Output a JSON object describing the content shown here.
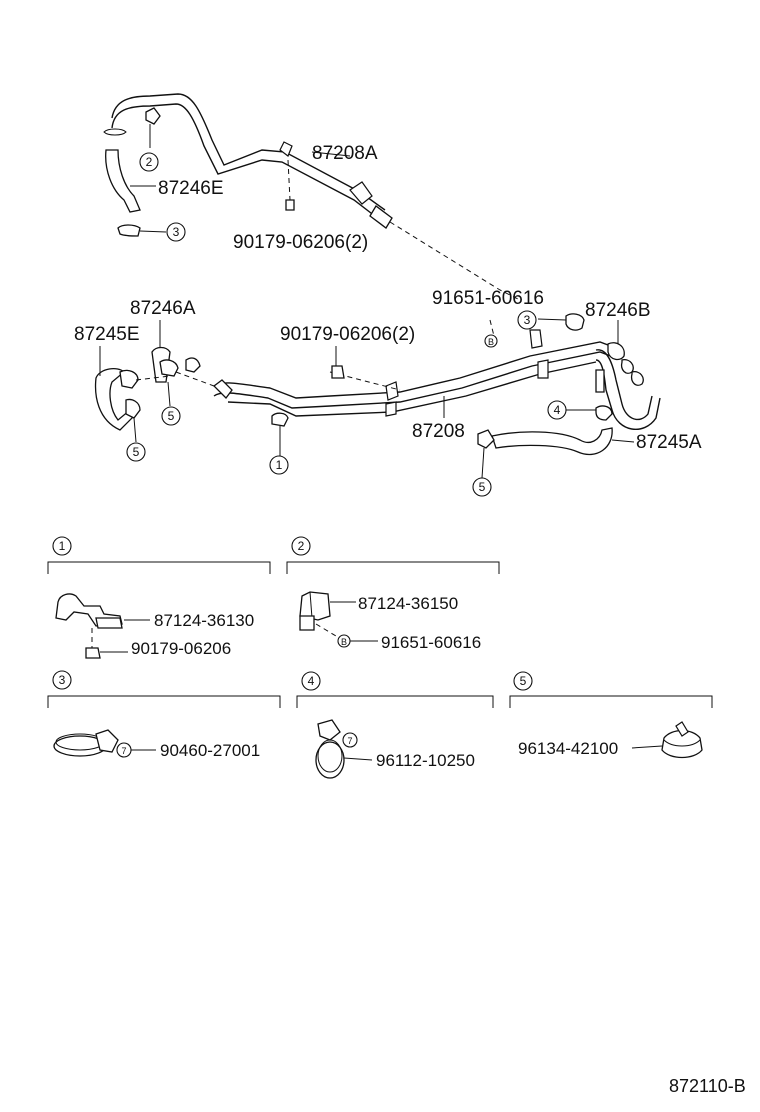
{
  "main_labels": {
    "p87208A": "87208A",
    "p87246E": "87246E",
    "p90179_top": "90179-06206(2)",
    "p91651": "91651-60616",
    "p87246B": "87246B",
    "p87246A": "87246A",
    "p87245E": "87245E",
    "p90179_mid": "90179-06206(2)",
    "p87208": "87208",
    "p87245A": "87245A"
  },
  "markers": {
    "m2": "2",
    "m3_top": "3",
    "m3_right": "3",
    "mB_right": "B",
    "m5_left": "5",
    "m5_mid": "5",
    "m1": "1",
    "m4": "4",
    "m5_bottom": "5"
  },
  "detail_boxes": [
    {
      "number": "1",
      "parts": [
        "87124-36130",
        "90179-06206"
      ]
    },
    {
      "number": "2",
      "parts": [
        "87124-36150",
        "91651-60616"
      ],
      "marker": "B"
    },
    {
      "number": "3",
      "parts": [
        "90460-27001"
      ],
      "marker": "7"
    },
    {
      "number": "4",
      "parts": [
        "96112-10250"
      ],
      "marker": "7"
    },
    {
      "number": "5",
      "parts": [
        "96134-42100"
      ]
    }
  ],
  "footer_code": "872110-B"
}
